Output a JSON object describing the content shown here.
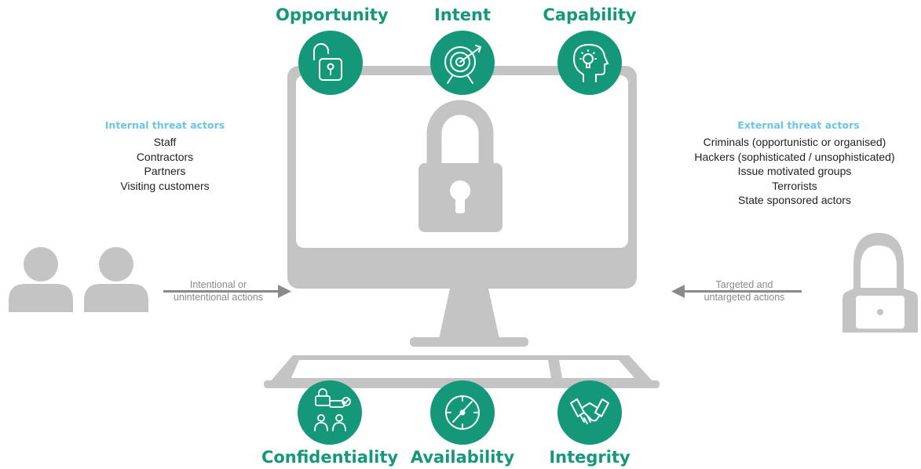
{
  "top_pillars": {
    "opportunity": {
      "label": "Opportunity",
      "icon": "open-padlock-icon"
    },
    "intent": {
      "label": "Intent",
      "icon": "target-arrow-icon"
    },
    "capability": {
      "label": "Capability",
      "icon": "head-lightbulb-icon"
    }
  },
  "bottom_pillars": {
    "confidentiality": {
      "label": "Confidentiality",
      "icon": "secure-communication-icon"
    },
    "availability": {
      "label": "Availability",
      "icon": "clock-icon"
    },
    "integrity": {
      "label": "Integrity",
      "icon": "handshake-icon"
    }
  },
  "internal_actors": {
    "title": "Internal threat actors",
    "items": [
      "Staff",
      "Contractors",
      "Partners",
      "Visiting customers"
    ],
    "action_line1": "Intentional or",
    "action_line2": "unintentional actions"
  },
  "external_actors": {
    "title": "External threat actors",
    "items": [
      "Criminals (opportunistic or organised)",
      "Hackers (sophisticated / unsophisticated)",
      "Issue motivated groups",
      "Terrorists",
      "State sponsored actors"
    ],
    "action_line1": "Targeted and",
    "action_line2": "untargeted actions"
  },
  "colors": {
    "accent_green": "#15987a",
    "actor_title_blue": "#6cc4e6",
    "device_gray": "#c4c4c4",
    "arrow_gray": "#8a8a8a"
  }
}
